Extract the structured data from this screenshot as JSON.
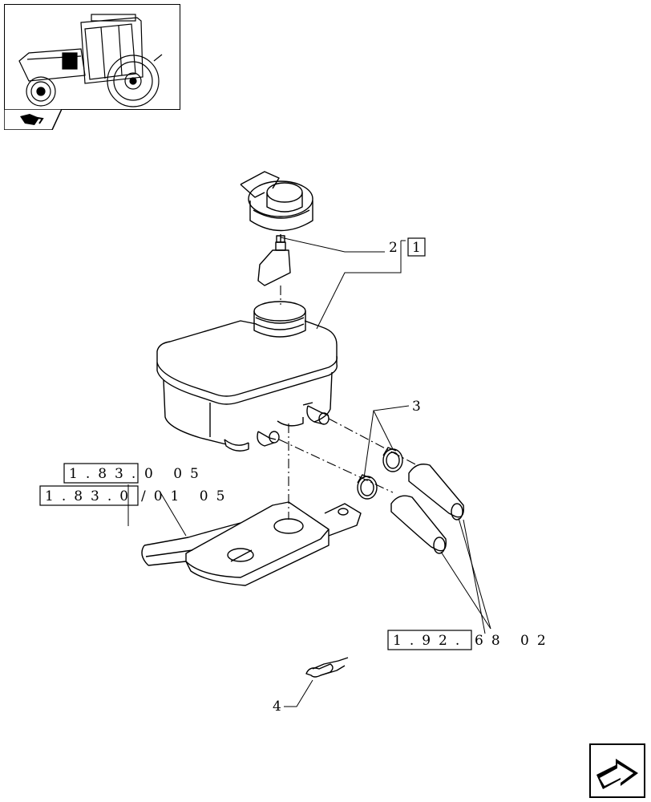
{
  "callouts": {
    "item_2": "2",
    "item_1_boxed": "1",
    "item_3": "3",
    "item_4": "4"
  },
  "references": {
    "ref_a_boxed": "1.83.",
    "ref_a_rest": "0 05",
    "ref_b_boxed": "1.83.0",
    "ref_b_rest": "/01 05",
    "ref_c_boxed": "1.92.",
    "ref_c_rest": "68 02"
  },
  "icons": {
    "thumbnail": "tractor-thumbnail-icon",
    "section_tab": "section-tab-icon",
    "navigate": "next-page-arrow-icon"
  }
}
